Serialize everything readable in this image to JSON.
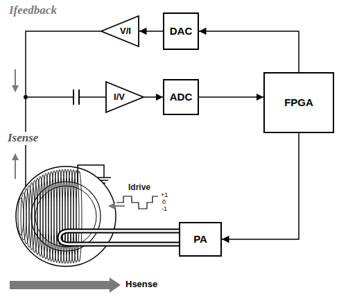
{
  "diagram": {
    "nodes": [
      {
        "text": [
          "V/I"
        ]
      },
      {
        "text": [
          "DAC"
        ]
      },
      {
        "text": [
          "I/V"
        ]
      },
      {
        "text": [
          "ADC"
        ]
      },
      {
        "text": [
          "FPGA"
        ]
      },
      {
        "text": [
          "PA"
        ]
      }
    ],
    "edges": [
      {
        "from": 1,
        "to": 0,
        "arrow": "to"
      },
      {
        "from": 4,
        "to": 1,
        "arrow": "to"
      },
      {
        "from": 2,
        "to": 3,
        "arrow": "to"
      },
      {
        "from": 3,
        "to": 4,
        "arrow": "to"
      },
      {
        "from": 4,
        "to": 5,
        "arrow": "to"
      },
      {
        "from": 0,
        "to": 2,
        "arrow": "none"
      }
    ],
    "labels": [
      "Ifeedback",
      "Isense",
      "Idrive",
      "+1",
      "0",
      "-1",
      "Hsense"
    ]
  }
}
